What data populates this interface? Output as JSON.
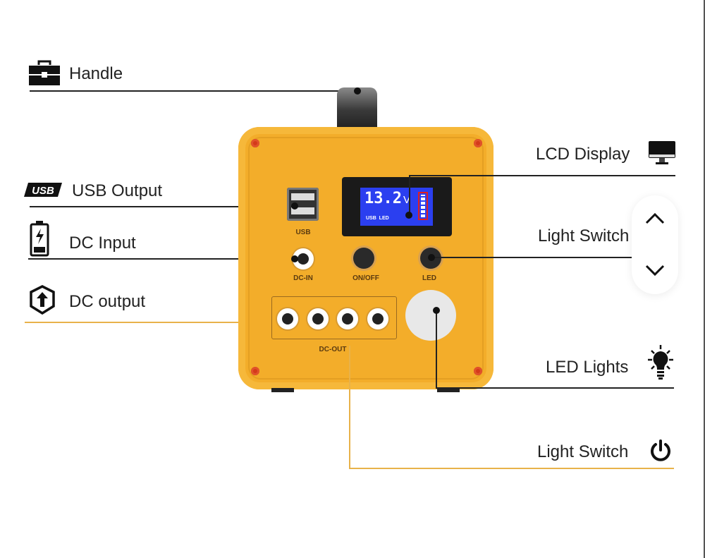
{
  "labels": {
    "handle": "Handle",
    "usb_output": "USB Output",
    "dc_input": "DC Input",
    "dc_output": "DC output",
    "lcd_display": "LCD Display",
    "light_switch_top": "Light Switch",
    "led_lights": "LED Lights",
    "light_switch_bottom": "Light Switch"
  },
  "device": {
    "usb": "USB",
    "dc_in": "DC-IN",
    "on_off": "ON/OFF",
    "led": "LED",
    "dc_out": "DC-OUT",
    "lcd_voltage": "13.2",
    "lcd_unit": "V",
    "lcd_sub": "USB  LED",
    "usb_logo": "USB"
  },
  "colors": {
    "body": "#f3ad2a",
    "lcd": "#2b3ff0",
    "accent_line": "#e8b24a"
  },
  "icons": [
    "toolbox-icon",
    "usb-icon",
    "battery-charging-icon",
    "upload-shield-icon",
    "monitor-icon",
    "lightbulb-icon",
    "power-icon",
    "chevron-up-icon",
    "chevron-down-icon"
  ]
}
